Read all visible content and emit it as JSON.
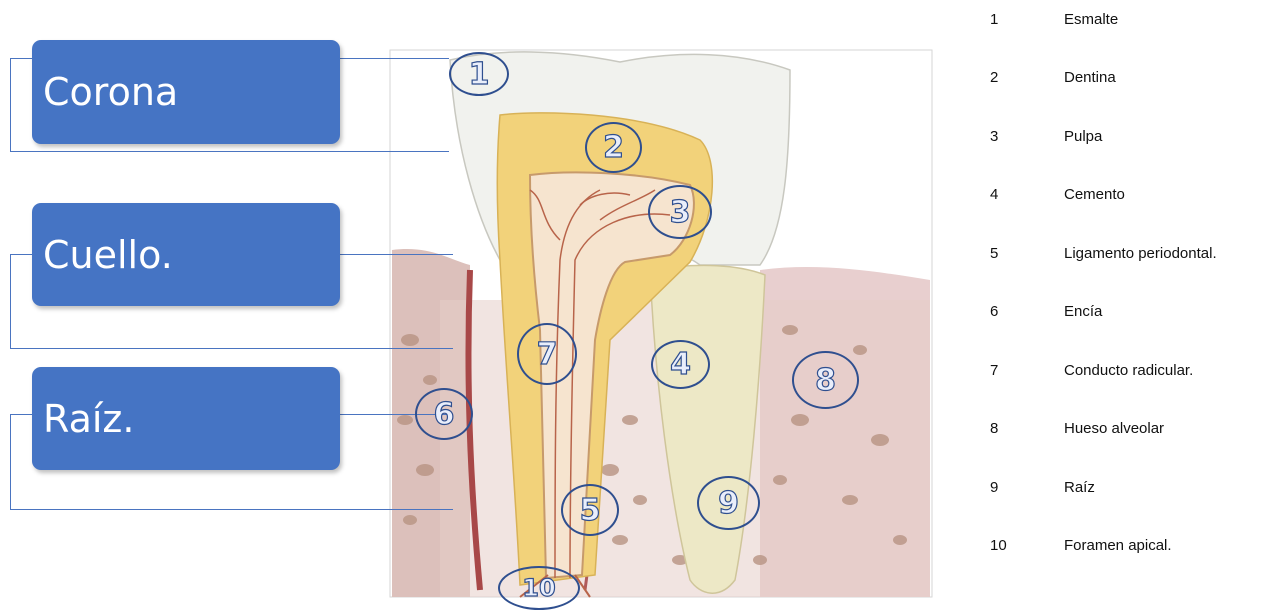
{
  "parts": {
    "crown": "Corona",
    "neck": "Cuello.",
    "root": "Raíz."
  },
  "markers": [
    "1",
    "2",
    "3",
    "4",
    "5",
    "6",
    "7",
    "8",
    "9",
    "10"
  ],
  "legend": [
    {
      "num": "1",
      "label": "Esmalte"
    },
    {
      "num": "2",
      "label": "Dentina"
    },
    {
      "num": "3",
      "label": "Pulpa"
    },
    {
      "num": "4",
      "label": "Cemento"
    },
    {
      "num": "5",
      "label": "Ligamento periodontal."
    },
    {
      "num": "6",
      "label": "Encía"
    },
    {
      "num": "7",
      "label": "Conducto radicular."
    },
    {
      "num": "8",
      "label": "Hueso alveolar"
    },
    {
      "num": "9",
      "label": "Raíz"
    },
    {
      "num": "10",
      "label": "Foramen apical."
    }
  ],
  "colors": {
    "box_fill": "#4574c4",
    "marker_stroke": "#2f4f8f",
    "enamel": "#f1f2ee",
    "dentin": "#f2d27a",
    "pulp": "#f6e4cf",
    "gum": "#e9c8c8",
    "bone": "#c9aa9a"
  }
}
